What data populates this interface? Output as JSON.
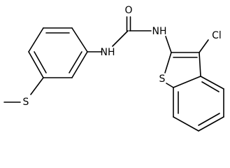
{
  "molecule": {
    "atoms": {
      "carbonyl_oxygen": "O",
      "left_nh": "NH",
      "right_nh": "NH",
      "chlorine": "Cl",
      "ring_sulfur": "S",
      "thioether_sulfur": "S"
    }
  }
}
